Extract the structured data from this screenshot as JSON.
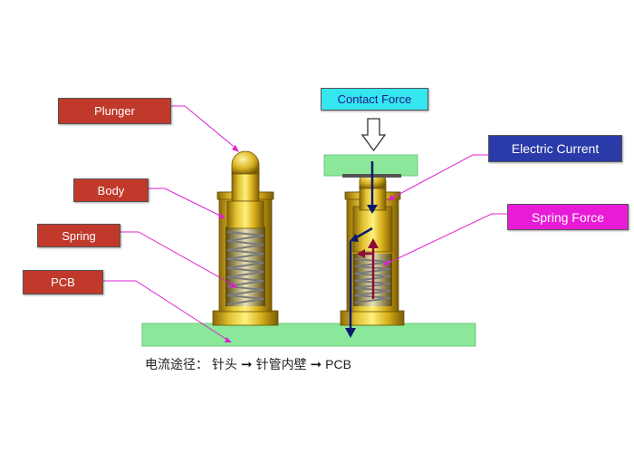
{
  "labels": {
    "plunger": "Plunger",
    "body": "Body",
    "spring": "Spring",
    "pcb": "PCB",
    "contact_force": "Contact Force",
    "electric_current": "Electric Current",
    "spring_force": "Spring Force"
  },
  "caption": {
    "prefix": "电流途径：",
    "step1": "针头",
    "step2": "针管内壁",
    "step3": "PCB"
  },
  "colors": {
    "label_red": "#c0392b",
    "contact_force_bg": "#35e6ee",
    "electric_current_bg": "#2a3aa8",
    "spring_force_bg": "#e81bd6",
    "pcb_green": "#8be89a",
    "brass": "#d9b21c",
    "leader_magenta": "#e020d0",
    "current_arrow": "#0a1a6e",
    "spring_force_arrow": "#8b0a3a"
  }
}
